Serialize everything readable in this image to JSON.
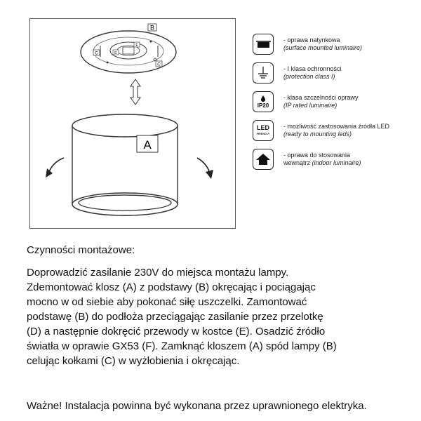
{
  "diagram": {
    "label_a": "A",
    "label_b": "B",
    "label_c": "C",
    "label_e": "E",
    "label_f": "F"
  },
  "legend": [
    {
      "icon": "surface-mount-icon",
      "pl": "- oprawa natynkowa",
      "en": "(surface mounted luminaire)"
    },
    {
      "icon": "ground-protection-icon",
      "pl": "- I klasa ochronności",
      "en": "(protection class I)"
    },
    {
      "icon": "ip20-icon",
      "badge": "IP20",
      "pl": "- klasa szczelności oprawy",
      "en": "(IP rated luminaire)"
    },
    {
      "icon": "led-friendly-icon",
      "badge": "LED",
      "badge_sub": "FRIENDLY",
      "pl": "- możliwość zastosowania źródła LED",
      "en": "(ready to mounting leds)"
    },
    {
      "icon": "indoor-house-icon",
      "pl": "- oprawa do stosowania",
      "pl2": "wewnątrz",
      "en": "(indoor luminaire)"
    }
  ],
  "heading": "Czynności montażowe:",
  "instructions": [
    "Doprowadzić zasilanie 230V do miejsca montażu lampy.",
    "Zdemontować klosz (A) z podstawy (B) okręcając i pociągając",
    "mocno w od siebie aby pokonać siłę uszczelki. Zamontować",
    "podstawę (B) do podłoża przeciągając zasilanie przez przelotkę",
    "(D) a następnie dokręcić przewody w kostce (E). Osadzić źródło",
    "światła w oprawie GX53 (F). Zamknąć kloszem (A) spód lampy (B)",
    "celując kołkami (C) w wyżłobienia i okręcając."
  ],
  "note": "Ważne! Instalacja powinna być wykonana przez uprawnionego elektryka."
}
